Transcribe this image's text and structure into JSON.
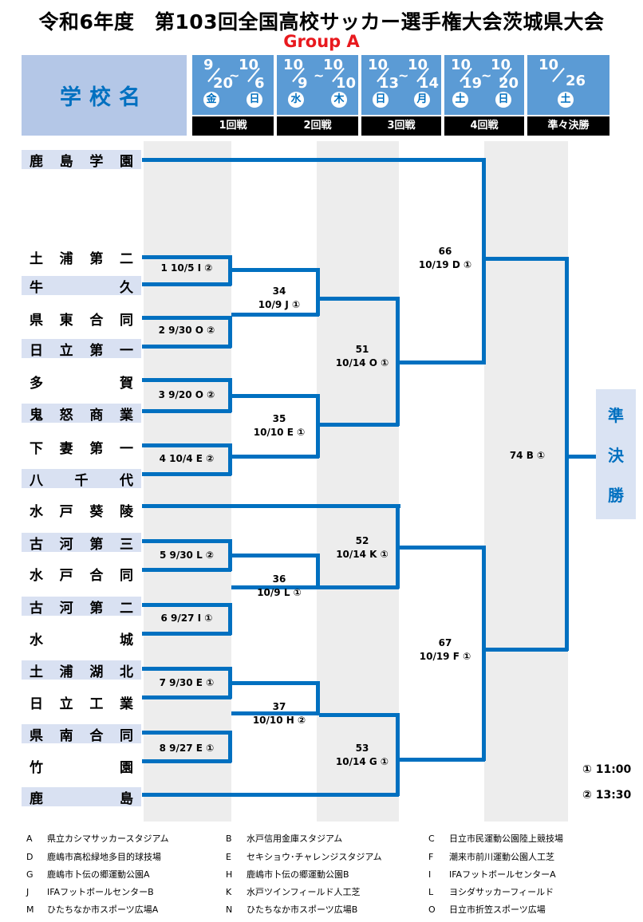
{
  "title": "令和6年度　第103回全国高校サッカー選手権大会茨城県大会",
  "group": "Group A",
  "school_header": "学校名",
  "rounds": [
    {
      "label": "1回戦",
      "start_month": "9",
      "start_day": "20",
      "end_month": "10",
      "end_day": "6",
      "start_dow": "金",
      "end_dow": "日"
    },
    {
      "label": "2回戦",
      "start_month": "10",
      "start_day": "9",
      "end_month": "10",
      "end_day": "10",
      "start_dow": "水",
      "end_dow": "木"
    },
    {
      "label": "3回戦",
      "start_month": "10",
      "start_day": "13",
      "end_month": "10",
      "end_day": "14",
      "start_dow": "日",
      "end_dow": "月"
    },
    {
      "label": "4回戦",
      "start_month": "10",
      "start_day": "19",
      "end_month": "10",
      "end_day": "20",
      "start_dow": "土",
      "end_dow": "日"
    },
    {
      "label": "準々決勝",
      "start_month": "10",
      "start_day": "26",
      "start_dow": "土"
    }
  ],
  "tilde": "~",
  "schools": [
    [
      "鹿",
      "島",
      "学",
      "園"
    ],
    [
      "土",
      "浦",
      "第",
      "二"
    ],
    [
      "牛",
      "久"
    ],
    [
      "県",
      "東",
      "合",
      "同"
    ],
    [
      "日",
      "立",
      "第",
      "一"
    ],
    [
      "多",
      "賀"
    ],
    [
      "鬼",
      "怒",
      "商",
      "業"
    ],
    [
      "下",
      "妻",
      "第",
      "一"
    ],
    [
      "八",
      "千",
      "代"
    ],
    [
      "水",
      "戸",
      "葵",
      "陵"
    ],
    [
      "古",
      "河",
      "第",
      "三"
    ],
    [
      "水",
      "戸",
      "合",
      "同"
    ],
    [
      "古",
      "河",
      "第",
      "二"
    ],
    [
      "水",
      "城"
    ],
    [
      "土",
      "浦",
      "湖",
      "北"
    ],
    [
      "日",
      "立",
      "工",
      "業"
    ],
    [
      "県",
      "南",
      "合",
      "同"
    ],
    [
      "竹",
      "園"
    ],
    [
      "鹿",
      "島"
    ]
  ],
  "matches": {
    "m1": "1 10/5 I ②",
    "m2": "2 9/30 O ②",
    "m3": "3 9/20 O ②",
    "m4": "4 10/4 E ②",
    "m5": "5 9/30 L ②",
    "m6": "6 9/27 I ①",
    "m7": "7 9/30 E ①",
    "m8": "8 9/27 E ①",
    "m34_num": "34",
    "m34_info": "10/9 J ①",
    "m35_num": "35",
    "m35_info": "10/10 E ①",
    "m36_num": "36",
    "m36_info": "10/9 L ①",
    "m37_num": "37",
    "m37_info": "10/10 H ②",
    "m51_num": "51",
    "m51_info": "10/14 O ①",
    "m52_num": "52",
    "m52_info": "10/14 K ①",
    "m53_num": "53",
    "m53_info": "10/14 G ①",
    "m66_num": "66",
    "m66_info": "10/19 D ①",
    "m67_num": "67",
    "m67_info": "10/19 F ①",
    "m74": "74 B ①"
  },
  "semifinal": [
    "準",
    "決",
    "勝"
  ],
  "times": [
    "① 11:00",
    "② 13:30"
  ],
  "venues": [
    {
      "code": "A",
      "name": "県立カシマサッカースタジアム"
    },
    {
      "code": "B",
      "name": "水戸信用金庫スタジアム"
    },
    {
      "code": "C",
      "name": "日立市民運動公園陸上競技場"
    },
    {
      "code": "D",
      "name": "鹿嶋市高松緑地多目的球技場"
    },
    {
      "code": "E",
      "name": "セキショウ･チャレンジスタジアム"
    },
    {
      "code": "F",
      "name": "潮来市前川運動公園人工芝"
    },
    {
      "code": "G",
      "name": "鹿嶋市卜伝の郷運動公園A"
    },
    {
      "code": "H",
      "name": "鹿嶋市卜伝の郷運動公園B"
    },
    {
      "code": "I",
      "name": "IFAフットボールセンターA"
    },
    {
      "code": "J",
      "name": "IFAフットボールセンターB"
    },
    {
      "code": "K",
      "name": "水戸ツインフィールド人工芝"
    },
    {
      "code": "L",
      "name": "ヨシダサッカーフィールド"
    },
    {
      "code": "M",
      "name": "ひたちなか市スポーツ広場A"
    },
    {
      "code": "N",
      "name": "ひたちなか市スポーツ広場B"
    },
    {
      "code": "O",
      "name": "日立市折笠スポーツ広場"
    }
  ],
  "colors": {
    "line": "#0070c0",
    "header_fill": "#5b9bd5",
    "school_header_fill": "#b4c7e7",
    "group": "#e8191e"
  }
}
